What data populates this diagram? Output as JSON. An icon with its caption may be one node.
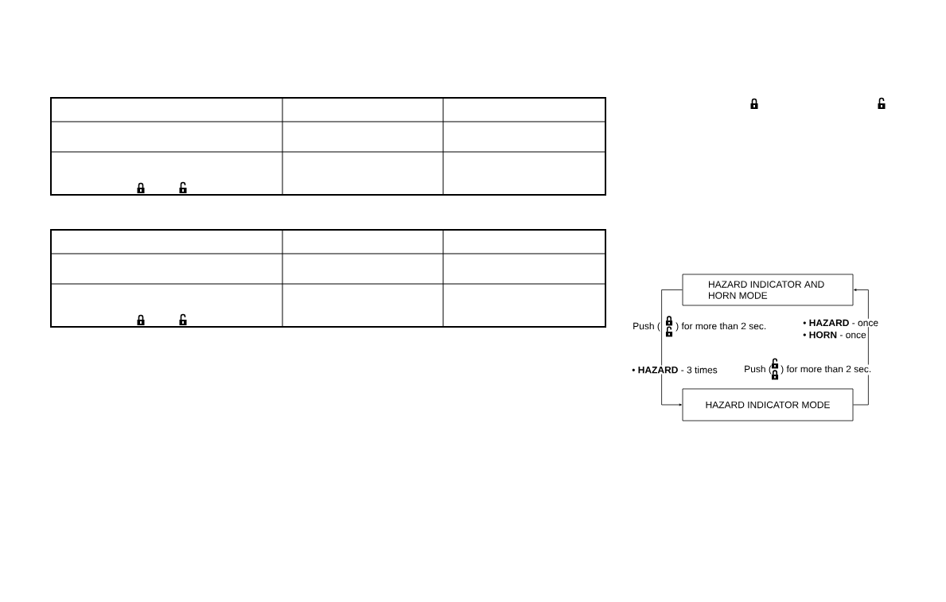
{
  "diagram": {
    "nodes": [
      {
        "text": [
          "HAZARD INDICATOR AND HORN MODE"
        ]
      },
      {
        "text": [
          "HAZARD INDICATOR MODE"
        ]
      }
    ],
    "edges": [
      {
        "from": 0,
        "to": 1,
        "arrow": "to"
      },
      {
        "from": 1,
        "to": 0,
        "arrow": "to"
      }
    ],
    "labels": [
      "Push (",
      ") for more than 2 sec.",
      "• **HAZARD** - once",
      "• **HORN** - once",
      "• **HAZARD** - 3 times",
      "Push (",
      ") for more than 2 sec."
    ]
  }
}
